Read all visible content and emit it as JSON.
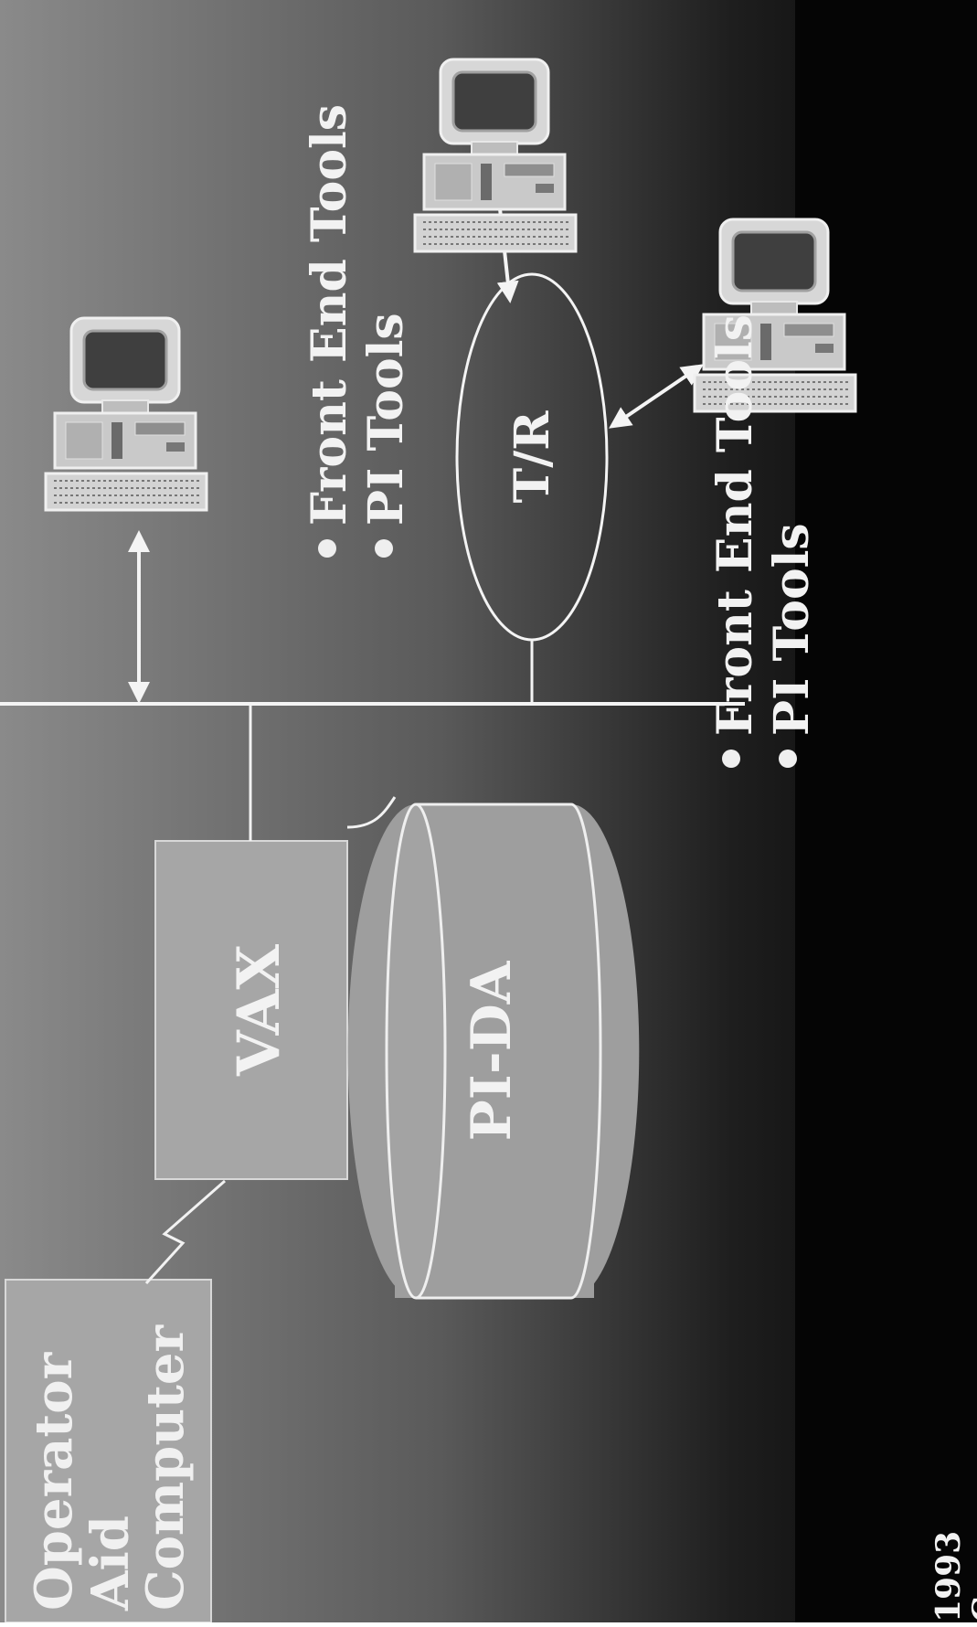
{
  "diagram": {
    "operator_box": {
      "lines": [
        "Operator",
        "Aid",
        "Computer"
      ]
    },
    "vax_label": "VAX",
    "database_label": "PI-DA",
    "ring_label": "T/R",
    "tool_lists": {
      "upper": [
        "Front End Tools",
        "PI Tools"
      ],
      "lower": [
        "Front End Tools",
        "PI Tools"
      ]
    },
    "footer": {
      "year": "1993",
      "company": "Company"
    }
  },
  "colors": {
    "background_light": "#8c8c8c",
    "background_dark": "#050505",
    "box_fill": "#a6a6a6",
    "text": "#f2f2f2",
    "lines": "#f4f4f4"
  },
  "icons": [
    "workstation-icon",
    "double-arrow-icon",
    "connector-line",
    "bullet-icon"
  ]
}
